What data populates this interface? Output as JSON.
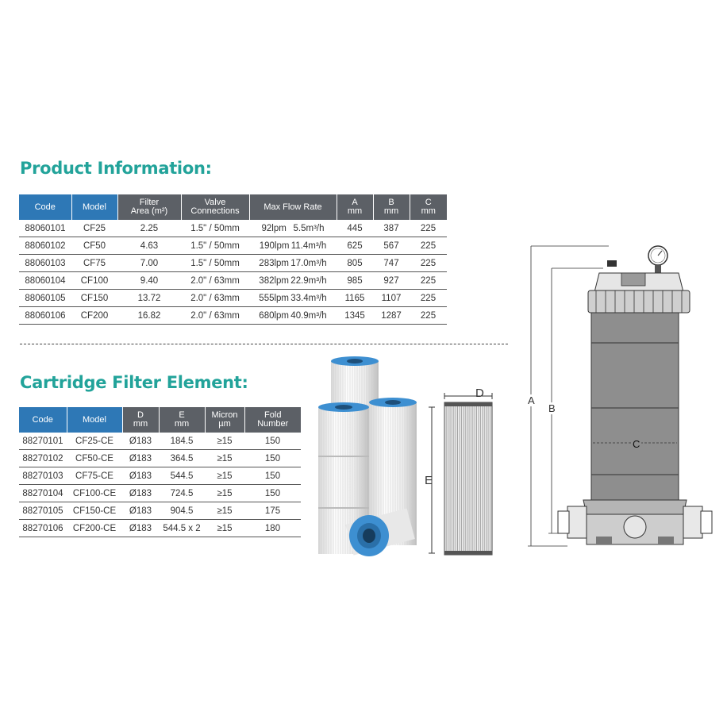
{
  "product_info": {
    "title": "Product Information:",
    "headers": {
      "code": "Code",
      "model": "Model",
      "filter_area_1": "Filter",
      "filter_area_2": "Area (m²)",
      "valve_1": "Valve",
      "valve_2": "Connections",
      "flow": "Max Flow Rate",
      "a_1": "A",
      "a_2": "mm",
      "b_1": "B",
      "b_2": "mm",
      "c_1": "C",
      "c_2": "mm"
    },
    "rows": [
      {
        "code": "88060101",
        "model": "CF25",
        "area": "2.25",
        "valve": "1.5\" / 50mm",
        "lpm": "92lpm",
        "m3": "5.5m³/h",
        "a": "445",
        "b": "387",
        "c": "225"
      },
      {
        "code": "88060102",
        "model": "CF50",
        "area": "4.63",
        "valve": "1.5\" / 50mm",
        "lpm": "190lpm",
        "m3": "11.4m³/h",
        "a": "625",
        "b": "567",
        "c": "225"
      },
      {
        "code": "88060103",
        "model": "CF75",
        "area": "7.00",
        "valve": "1.5\" / 50mm",
        "lpm": "283lpm",
        "m3": "17.0m³/h",
        "a": "805",
        "b": "747",
        "c": "225"
      },
      {
        "code": "88060104",
        "model": "CF100",
        "area": "9.40",
        "valve": "2.0\" / 63mm",
        "lpm": "382lpm",
        "m3": "22.9m³/h",
        "a": "985",
        "b": "927",
        "c": "225"
      },
      {
        "code": "88060105",
        "model": "CF150",
        "area": "13.72",
        "valve": "2.0\" / 63mm",
        "lpm": "555lpm",
        "m3": "33.4m³/h",
        "a": "1165",
        "b": "1107",
        "c": "225"
      },
      {
        "code": "88060106",
        "model": "CF200",
        "area": "16.82",
        "valve": "2.0\" / 63mm",
        "lpm": "680lpm",
        "m3": "40.9m³/h",
        "a": "1345",
        "b": "1287",
        "c": "225"
      }
    ]
  },
  "cartridge": {
    "title": "Cartridge Filter Element:",
    "headers": {
      "code": "Code",
      "model": "Model",
      "d_1": "D",
      "d_2": "mm",
      "e_1": "E",
      "e_2": "mm",
      "micron_1": "Micron",
      "micron_2": "µm",
      "fold_1": "Fold",
      "fold_2": "Number"
    },
    "rows": [
      {
        "code": "88270101",
        "model": "CF25-CE",
        "d": "Ø183",
        "e": "184.5",
        "micron": "≥15",
        "fold": "150"
      },
      {
        "code": "88270102",
        "model": "CF50-CE",
        "d": "Ø183",
        "e": "364.5",
        "micron": "≥15",
        "fold": "150"
      },
      {
        "code": "88270103",
        "model": "CF75-CE",
        "d": "Ø183",
        "e": "544.5",
        "micron": "≥15",
        "fold": "150"
      },
      {
        "code": "88270104",
        "model": "CF100-CE",
        "d": "Ø183",
        "e": "724.5",
        "micron": "≥15",
        "fold": "150"
      },
      {
        "code": "88270105",
        "model": "CF150-CE",
        "d": "Ø183",
        "e": "904.5",
        "micron": "≥15",
        "fold": "175"
      },
      {
        "code": "88270106",
        "model": "CF200-CE",
        "d": "Ø183",
        "e": "544.5 x 2",
        "micron": "≥15",
        "fold": "180"
      }
    ]
  },
  "diagram_labels": {
    "d": "D",
    "e": "E",
    "a": "A",
    "b": "B",
    "c": "C"
  },
  "colors": {
    "heading": "#22a39a",
    "header_blue": "#2e78b6",
    "header_gray": "#5c6066",
    "cartridge_cap": "#3d8fd1"
  }
}
